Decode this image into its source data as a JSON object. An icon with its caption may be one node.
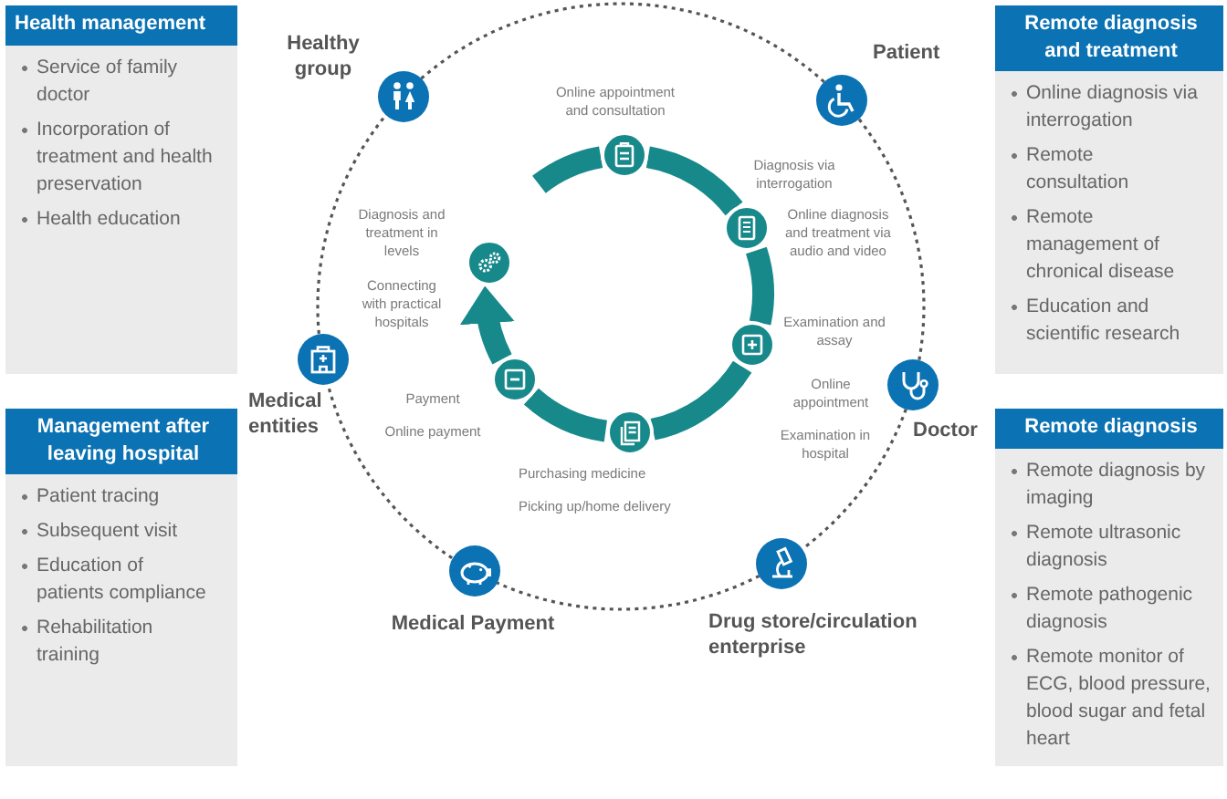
{
  "diagram": {
    "nodes": [
      {
        "text": [
          "Health management",
          "Service of family doctor",
          "Incorporation of treatment and health preservation",
          "Health education"
        ]
      },
      {
        "text": [
          "Remote diagnosis and treatment",
          "Online diagnosis via interrogation",
          "Remote consultation",
          "Remote management of chronical disease",
          "Education and scientific research"
        ]
      },
      {
        "text": [
          "Management after leaving hospital",
          "Patient tracing",
          "Subsequent visit",
          "Education of patients compliance",
          "Rehabilitation training"
        ]
      },
      {
        "text": [
          "Remote diagnosis",
          "Remote diagnosis by imaging",
          "Remote ultrasonic diagnosis",
          "Remote pathogenic diagnosis",
          "Remote monitor of ECG, blood pressure, blood sugar and fetal heart"
        ]
      },
      {
        "text": [],
        "shape": "circle",
        "beside": [
          "Healthy group"
        ]
      },
      {
        "text": [],
        "shape": "circle",
        "beside": [
          "Patient"
        ]
      },
      {
        "text": [],
        "shape": "circle",
        "beside": [
          "Doctor"
        ]
      },
      {
        "text": [],
        "shape": "circle",
        "beside": [
          "Drug store/circulation enterprise"
        ]
      },
      {
        "text": [],
        "shape": "circle",
        "beside": [
          "Medical Payment"
        ]
      },
      {
        "text": [],
        "shape": "circle",
        "beside": [
          "Medical entities"
        ]
      },
      {
        "text": [],
        "shape": "circle",
        "beside": [
          "Online appointment and consultation"
        ]
      },
      {
        "text": [],
        "shape": "circle",
        "beside": [
          "Diagnosis via interrogation",
          "Online diagnosis and treatment via audio and video"
        ]
      },
      {
        "text": [],
        "shape": "circle",
        "beside": [
          "Examination and assay",
          "Online appointment",
          "Examination in hospital"
        ]
      },
      {
        "text": [],
        "shape": "circle",
        "beside": [
          "Purchasing medicine",
          "Picking up/home delivery"
        ]
      },
      {
        "text": [],
        "shape": "circle",
        "beside": [
          "Payment",
          "Online payment"
        ]
      },
      {
        "text": [],
        "shape": "circle",
        "beside": [
          "Diagnosis and treatment in levels",
          "Connecting with practical hospitals"
        ]
      }
    ],
    "edges": [
      {
        "from": 4,
        "to": 5,
        "arrow": "none",
        "style": "dashed",
        "color": "#555555"
      },
      {
        "from": 5,
        "to": 6,
        "arrow": "none",
        "style": "dashed",
        "color": "#555555"
      },
      {
        "from": 6,
        "to": 7,
        "arrow": "none",
        "style": "dashed",
        "color": "#555555"
      },
      {
        "from": 7,
        "to": 8,
        "arrow": "none",
        "style": "dashed",
        "color": "#555555"
      },
      {
        "from": 8,
        "to": 9,
        "arrow": "none",
        "style": "dashed",
        "color": "#555555"
      },
      {
        "from": 9,
        "to": 4,
        "arrow": "none",
        "style": "dashed",
        "color": "#555555"
      },
      {
        "from": null,
        "to": 10,
        "arrow": "none",
        "style": "thick"
      },
      {
        "from": 10,
        "to": 11,
        "arrow": "none",
        "style": "thick"
      },
      {
        "from": 11,
        "to": 12,
        "arrow": "none",
        "style": "thick"
      },
      {
        "from": 12,
        "to": 13,
        "arrow": "none",
        "style": "thick"
      },
      {
        "from": 13,
        "to": 14,
        "arrow": "none",
        "style": "thick"
      },
      {
        "from": 14,
        "to": 15,
        "arrow": "to",
        "style": "thick"
      }
    ]
  }
}
